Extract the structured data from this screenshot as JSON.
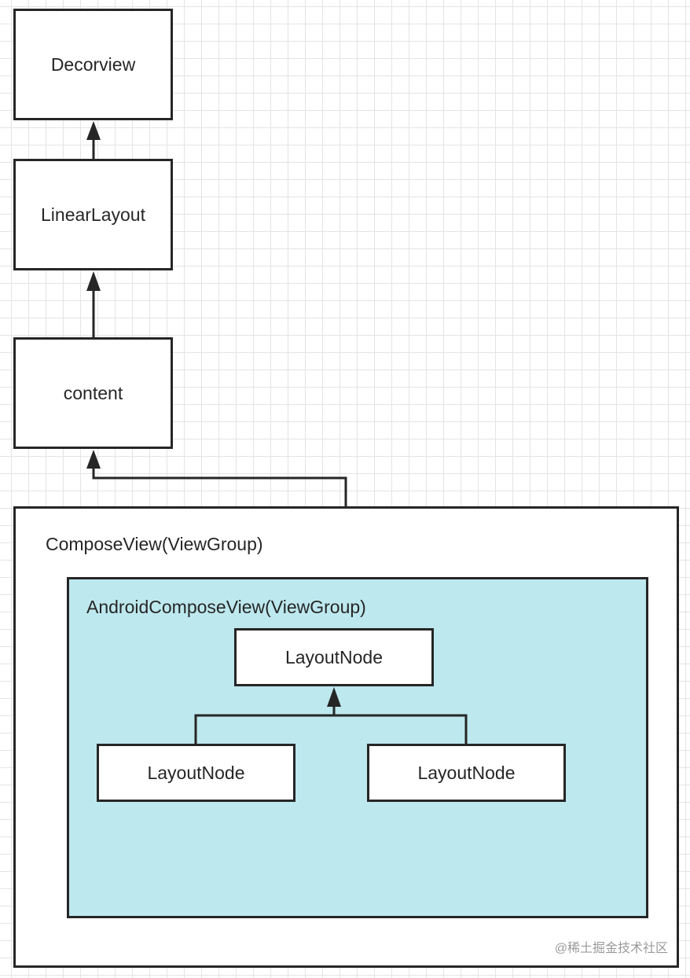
{
  "nodes": {
    "decorview": "Decorview",
    "linearlayout": "LinearLayout",
    "content": "content",
    "compose_view": "ComposeView(ViewGroup)",
    "android_compose_view": "AndroidComposeView(ViewGroup)",
    "layout_node_parent": "LayoutNode",
    "layout_node_left": "LayoutNode",
    "layout_node_right": "LayoutNode"
  },
  "watermark": "@稀土掘金技术社区",
  "colors": {
    "stroke": "#262626",
    "android_compose_fill": "#bde8ee",
    "grid": "#e4e4e4"
  }
}
